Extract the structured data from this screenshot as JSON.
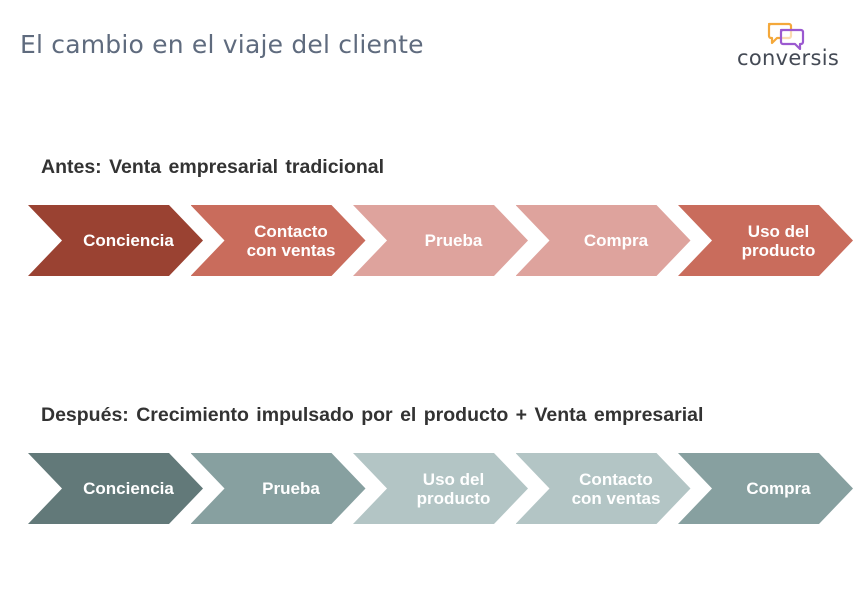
{
  "title": "El cambio en el viaje del cliente",
  "logo": {
    "text": "conversis",
    "icon": "speech-bubbles-icon",
    "colors": [
      "#f4a83a",
      "#9b59d0"
    ]
  },
  "before": {
    "heading": "Antes: Venta empresarial tradicional",
    "steps": [
      {
        "label": "Conciencia",
        "color": "#9a4232"
      },
      {
        "label": "Contacto\ncon ventas",
        "color": "#c96c5c"
      },
      {
        "label": "Prueba",
        "color": "#dea39d"
      },
      {
        "label": "Compra",
        "color": "#dea39d"
      },
      {
        "label": "Uso del\nproducto",
        "color": "#c96c5c"
      }
    ]
  },
  "after": {
    "heading": "Después: Crecimiento impulsado por el producto + Venta empresarial",
    "steps": [
      {
        "label": "Conciencia",
        "color": "#627979"
      },
      {
        "label": "Prueba",
        "color": "#87a0a0"
      },
      {
        "label": "Uso del\nproducto",
        "color": "#b3c5c5"
      },
      {
        "label": "Contacto\ncon ventas",
        "color": "#b3c5c5"
      },
      {
        "label": "Compra",
        "color": "#87a0a0"
      }
    ]
  }
}
